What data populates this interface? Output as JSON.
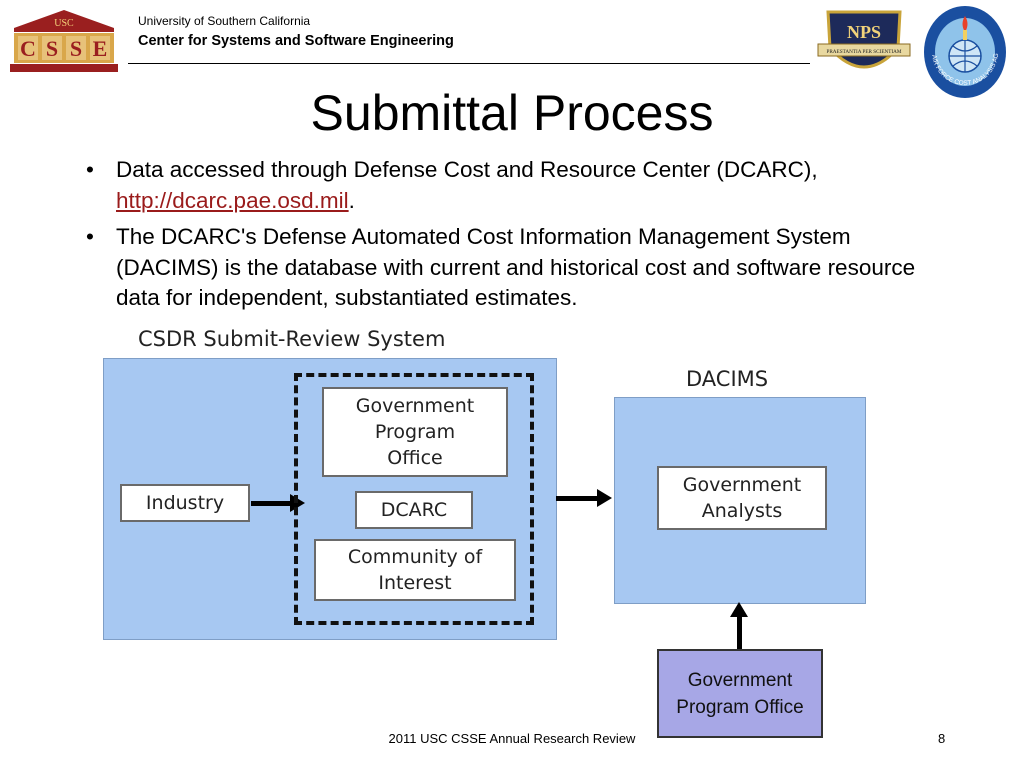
{
  "header": {
    "university": "University of Southern California",
    "center": "Center for Systems and Software Engineering",
    "usc_logo": {
      "top_text": "USC",
      "letters": [
        "C",
        "S",
        "S",
        "E"
      ]
    },
    "nps_seal": {
      "text": "NPS",
      "motto": "PRAESTANTIA PER SCIENTIAM"
    },
    "af_seal": {
      "ring_text": "AIR FORCE COST ANALYSIS AGENCY"
    }
  },
  "title": "Submittal Process",
  "bullets": [
    {
      "marker": "•",
      "text": "Data accessed through Defense Cost and Resource Center (DCARC),",
      "link": "http://dcarc.pae.osd.mil",
      "after_link": "."
    },
    {
      "marker": "•",
      "text": "The DCARC's Defense Automated Cost Information Management System (DACIMS) is the database with current and historical cost and software resource data for independent, substantiated estimates."
    }
  ],
  "diagram": {
    "left_panel_title": "CSDR Submit-Review System",
    "right_panel_title": "DACIMS",
    "industry": "Industry",
    "gpo": "Government Program Office",
    "dcarc": "DCARC",
    "coi": "Community of Interest",
    "analysts": "Government Analysts",
    "bottom_gpo": "Government Program Office",
    "colors": {
      "panel": "#a7c8f2",
      "bottom_box": "#a7a7e6",
      "link": "#9a1b1b"
    }
  },
  "footer": {
    "text": "2011 USC CSSE Annual Research Review",
    "page": "8"
  }
}
